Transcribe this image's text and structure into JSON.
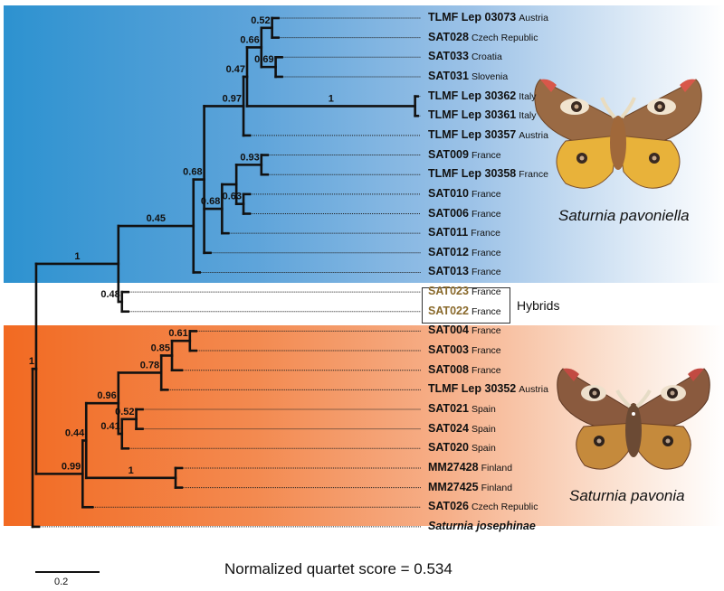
{
  "figure": {
    "score_text": "Normalized quartet score = 0.534",
    "scale_bar_label": "0.2",
    "hybrids_label": "Hybrids",
    "clade_labels": {
      "pavoniella": "Saturnia pavoniella",
      "pavonia": "Saturnia pavonia"
    },
    "colors": {
      "pavoniella_band": "#2d92d0",
      "pavonia_band": "#f26a22",
      "hybrid_text": "#8a6a2c",
      "branch": "#111111"
    }
  },
  "tips": [
    {
      "id": "TLMF Lep 03073",
      "location": "Austria",
      "group": "pavoniella"
    },
    {
      "id": "SAT028",
      "location": "Czech Republic",
      "group": "pavoniella"
    },
    {
      "id": "SAT033",
      "location": "Croatia",
      "group": "pavoniella"
    },
    {
      "id": "SAT031",
      "location": "Slovenia",
      "group": "pavoniella"
    },
    {
      "id": "TLMF Lep 30362",
      "location": "Italy",
      "group": "pavoniella"
    },
    {
      "id": "TLMF Lep 30361",
      "location": "Italy",
      "group": "pavoniella"
    },
    {
      "id": "TLMF Lep 30357",
      "location": "Austria",
      "group": "pavoniella"
    },
    {
      "id": "SAT009",
      "location": "France",
      "group": "pavoniella"
    },
    {
      "id": "TLMF Lep 30358",
      "location": "France",
      "group": "pavoniella"
    },
    {
      "id": "SAT010",
      "location": "France",
      "group": "pavoniella"
    },
    {
      "id": "SAT006",
      "location": "France",
      "group": "pavoniella"
    },
    {
      "id": "SAT011",
      "location": "France",
      "group": "pavoniella"
    },
    {
      "id": "SAT012",
      "location": "France",
      "group": "pavoniella"
    },
    {
      "id": "SAT013",
      "location": "France",
      "group": "pavoniella"
    },
    {
      "id": "SAT023",
      "location": "France",
      "group": "hybrid"
    },
    {
      "id": "SAT022",
      "location": "France",
      "group": "hybrid"
    },
    {
      "id": "SAT004",
      "location": "France",
      "group": "pavonia"
    },
    {
      "id": "SAT003",
      "location": "France",
      "group": "pavonia"
    },
    {
      "id": "SAT008",
      "location": "France",
      "group": "pavonia"
    },
    {
      "id": "TLMF Lep 30352",
      "location": "Austria",
      "group": "pavonia"
    },
    {
      "id": "SAT021",
      "location": "Spain",
      "group": "pavonia"
    },
    {
      "id": "SAT024",
      "location": "Spain",
      "group": "pavonia"
    },
    {
      "id": "SAT020",
      "location": "Spain",
      "group": "pavonia"
    },
    {
      "id": "MM27428",
      "location": "Finland",
      "group": "pavonia"
    },
    {
      "id": "MM27425",
      "location": "Finland",
      "group": "pavonia"
    },
    {
      "id": "SAT026",
      "location": "Czech Republic",
      "group": "pavonia"
    },
    {
      "id": "Saturnia josephinae",
      "location": "",
      "group": "outgroup"
    }
  ],
  "tree": {
    "depth": 0.0,
    "support": "",
    "children": [
      {
        "depth": 0.01,
        "support": "1",
        "children": [
          {
            "depth": 0.24,
            "support": "1",
            "children": [
              {
                "depth": 0.45,
                "support": "0.45",
                "children": [
                  {
                    "depth": 0.48,
                    "support": "0.68",
                    "children": [
                      {
                        "depth": 0.59,
                        "support": "0.97",
                        "children": [
                          {
                            "depth": 0.6,
                            "support": "0.47",
                            "children": [
                              {
                                "depth": 0.64,
                                "support": "0.66",
                                "children": [
                                  {
                                    "depth": 0.67,
                                    "support": "0.52",
                                    "children": [
                                      {
                                        "tip": 0,
                                        "depth": 0.68
                                      },
                                      {
                                        "tip": 1,
                                        "depth": 0.68
                                      }
                                    ]
                                  },
                                  {
                                    "depth": 0.68,
                                    "support": "0.69",
                                    "children": [
                                      {
                                        "tip": 2,
                                        "depth": 0.69
                                      },
                                      {
                                        "tip": 3,
                                        "depth": 0.69
                                      }
                                    ]
                                  }
                                ]
                              },
                              {
                                "depth": 1.07,
                                "support": "1",
                                "children": [
                                  {
                                    "tip": 4,
                                    "depth": 1.07
                                  },
                                  {
                                    "tip": 5,
                                    "depth": 1.07
                                  }
                                ]
                              }
                            ]
                          },
                          {
                            "tip": 6,
                            "depth": 0.6
                          }
                        ]
                      },
                      {
                        "depth": 0.53,
                        "support": "0.68",
                        "children": [
                          {
                            "depth": 0.57,
                            "support": "",
                            "children": [
                              {
                                "depth": 0.64,
                                "support": "0.93",
                                "children": [
                                  {
                                    "tip": 7,
                                    "depth": 0.65
                                  },
                                  {
                                    "tip": 8,
                                    "depth": 0.65
                                  }
                                ]
                              },
                              {
                                "depth": 0.59,
                                "support": "0.63",
                                "children": [
                                  {
                                    "tip": 9,
                                    "depth": 0.6
                                  },
                                  {
                                    "tip": 10,
                                    "depth": 0.6
                                  }
                                ]
                              }
                            ]
                          },
                          {
                            "tip": 11,
                            "depth": 0.54
                          }
                        ]
                      },
                      {
                        "tip": 12,
                        "depth": 0.49
                      }
                    ]
                  },
                  {
                    "tip": 13,
                    "depth": 0.46
                  }
                ]
              },
              {
                "depth": 0.25,
                "support": "0.48",
                "children": [
                  {
                    "tip": 14,
                    "depth": 0.26
                  },
                  {
                    "tip": 15,
                    "depth": 0.26
                  }
                ]
              }
            ]
          },
          {
            "depth": 0.14,
            "support": "0.99",
            "children": [
              {
                "depth": 0.15,
                "support": "0.44",
                "children": [
                  {
                    "depth": 0.24,
                    "support": "0.96",
                    "children": [
                      {
                        "depth": 0.36,
                        "support": "0.78",
                        "children": [
                          {
                            "depth": 0.39,
                            "support": "0.85",
                            "children": [
                              {
                                "depth": 0.44,
                                "support": "0.61",
                                "children": [
                                  {
                                    "tip": 16,
                                    "depth": 0.45
                                  },
                                  {
                                    "tip": 17,
                                    "depth": 0.45
                                  }
                                ]
                              },
                              {
                                "tip": 18,
                                "depth": 0.41
                              }
                            ]
                          },
                          {
                            "tip": 19,
                            "depth": 0.37
                          }
                        ]
                      },
                      {
                        "depth": 0.25,
                        "support": "0.41",
                        "children": [
                          {
                            "depth": 0.29,
                            "support": "0.52",
                            "children": [
                              {
                                "tip": 20,
                                "depth": 0.3
                              },
                              {
                                "tip": 21,
                                "depth": 0.3
                              }
                            ]
                          },
                          {
                            "tip": 22,
                            "depth": 0.26
                          }
                        ]
                      }
                    ]
                  },
                  {
                    "depth": 0.4,
                    "support": "1",
                    "children": [
                      {
                        "tip": 23,
                        "depth": 0.41
                      },
                      {
                        "tip": 24,
                        "depth": 0.41
                      }
                    ]
                  }
                ]
              },
              {
                "tip": 25,
                "depth": 0.16
              }
            ]
          }
        ]
      },
      {
        "tip": 26,
        "depth": 0.01
      }
    ]
  }
}
